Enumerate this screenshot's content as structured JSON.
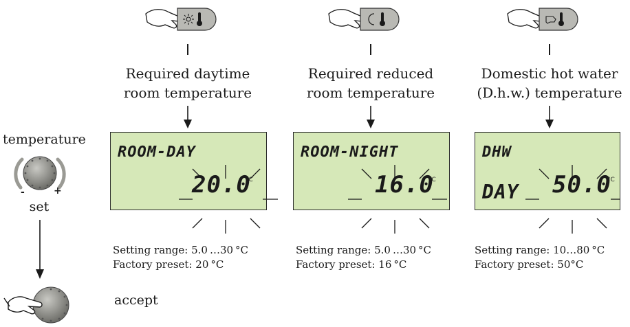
{
  "knob": {
    "label_top": "temperature",
    "label_bottom": "set",
    "minus": "-",
    "plus": "+",
    "accept": "accept"
  },
  "panels": [
    {
      "button_icon": "sun-thermometer-icon",
      "caption_1": "Required daytime",
      "caption_2": "room temperature",
      "lcd_line1": "ROOM-DAY",
      "lcd_line2": "",
      "lcd_value": "20.0",
      "lcd_unit": "°C",
      "range": "Setting range: 5.0 …30 °C",
      "preset": "Factory preset:   20 °C"
    },
    {
      "button_icon": "moon-thermometer-icon",
      "caption_1": "Required reduced",
      "caption_2": "room temperature",
      "lcd_line1": "ROOM-NIGHT",
      "lcd_line2": "",
      "lcd_value": "16.0",
      "lcd_unit": "°C",
      "range": "Setting range: 5.0 …30 °C",
      "preset": "Factory preset:   16 °C"
    },
    {
      "button_icon": "tap-thermometer-icon",
      "caption_1": "Domestic hot water",
      "caption_2": "(D.h.w.) temperature",
      "lcd_line1": "DHW",
      "lcd_line2": "DAY",
      "lcd_value": "50.0",
      "lcd_unit": "°C",
      "range": "Setting range: 10…80 °C",
      "preset": "Factory preset:   50°C"
    }
  ]
}
